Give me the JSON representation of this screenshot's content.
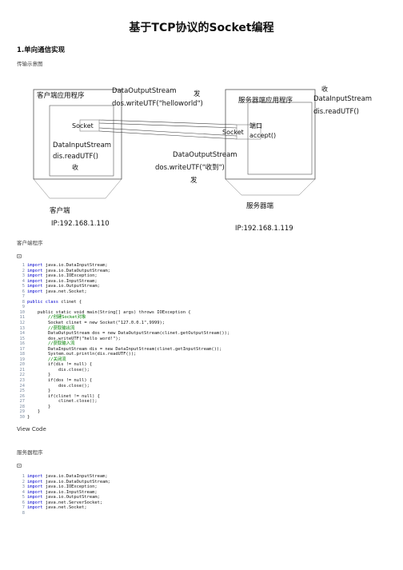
{
  "title": "基于TCP协议的Socket编程",
  "section_heading": "1.单向通信实现",
  "diagram_caption": "传输示意图",
  "diagram": {
    "client_box_label": "客户端应用程序",
    "server_box_label": "服务器端应用程序",
    "client_socket": "Socket",
    "server_socket": "Socket",
    "port": "端口",
    "accept": "accept()",
    "top_stream": "DataOutputStream",
    "top_call": "dos.writeUTF(\"helloworld\")",
    "top_send": "发",
    "right_receive": "收",
    "right_stream": "DataInputStream",
    "right_call": "dis.readUTF()",
    "left_stream": "DataInputStream",
    "left_call": "dis.readUTF()",
    "left_receive": "收",
    "bottom_stream": "DataOutputStream",
    "bottom_call": "dos.writeUTF(\"收到\")",
    "bottom_send": "发",
    "client_name": "客户端",
    "client_ip": "IP:192.168.1.110",
    "server_name": "服务器端",
    "server_ip": "IP:192.168.1.119"
  },
  "client_heading": "客户端程序",
  "client_code": [
    {
      "n": "1",
      "kw": "import",
      "text": " java.io.DataInputStream;",
      "cls": "tx"
    },
    {
      "n": "2",
      "kw": "import",
      "text": " java.io.DataOutputStream;",
      "cls": "tx"
    },
    {
      "n": "3",
      "kw": "import",
      "text": " java.io.IOException;",
      "cls": "tx"
    },
    {
      "n": "4",
      "kw": "import",
      "text": " java.io.InputStream;",
      "cls": "tx"
    },
    {
      "n": "5",
      "kw": "import",
      "text": " java.io.OutputStream;",
      "cls": "tx"
    },
    {
      "n": "6",
      "kw": "import",
      "text": " java.net.Socket;",
      "cls": "tx"
    },
    {
      "n": "7",
      "kw": "",
      "text": "",
      "cls": "tx"
    },
    {
      "n": "8",
      "kw": "public class",
      "text": " clinet {",
      "cls": "tx"
    },
    {
      "n": "9",
      "kw": "",
      "text": "",
      "cls": "tx"
    },
    {
      "n": "10",
      "kw": "",
      "text": "    public static void main(String[] args) throws IOException {",
      "cls": "tx"
    },
    {
      "n": "11",
      "kw": "",
      "text": "        //创建Socket对象",
      "cls": "cm"
    },
    {
      "n": "12",
      "kw": "",
      "text": "        Socket clinet = new Socket(\"127.0.0.1\",9999);",
      "cls": "tx"
    },
    {
      "n": "13",
      "kw": "",
      "text": "        //获取输出流",
      "cls": "cm"
    },
    {
      "n": "14",
      "kw": "",
      "text": "        DataOutputStream dos = new DataOutputStream(clinet.getOutputStream());",
      "cls": "tx"
    },
    {
      "n": "15",
      "kw": "",
      "text": "        dos.writeUTF(\"hello word!\");",
      "cls": "tx"
    },
    {
      "n": "16",
      "kw": "",
      "text": "        //获取输入流",
      "cls": "cm"
    },
    {
      "n": "17",
      "kw": "",
      "text": "        DataInputStream dis = new DataInputStream(clinet.getInputStream());",
      "cls": "tx"
    },
    {
      "n": "18",
      "kw": "",
      "text": "        System.out.println(dis.readUTF());",
      "cls": "tx"
    },
    {
      "n": "19",
      "kw": "",
      "text": "        //关闭流",
      "cls": "cm"
    },
    {
      "n": "20",
      "kw": "",
      "text": "        if(dis != null) {",
      "cls": "tx"
    },
    {
      "n": "21",
      "kw": "",
      "text": "            dis.close();",
      "cls": "tx"
    },
    {
      "n": "22",
      "kw": "",
      "text": "        }",
      "cls": "tx"
    },
    {
      "n": "23",
      "kw": "",
      "text": "        if(dos != null) {",
      "cls": "tx"
    },
    {
      "n": "24",
      "kw": "",
      "text": "            dos.close();",
      "cls": "tx"
    },
    {
      "n": "25",
      "kw": "",
      "text": "        }",
      "cls": "tx"
    },
    {
      "n": "26",
      "kw": "",
      "text": "        if(clinet != null) {",
      "cls": "tx"
    },
    {
      "n": "27",
      "kw": "",
      "text": "            clinet.close();",
      "cls": "tx"
    },
    {
      "n": "28",
      "kw": "",
      "text": "        }",
      "cls": "tx"
    },
    {
      "n": "29",
      "kw": "",
      "text": "    }",
      "cls": "tx"
    },
    {
      "n": "30",
      "kw": "",
      "text": "}",
      "cls": "tx"
    }
  ],
  "view_code": "View Code",
  "server_heading": "服务器程序",
  "server_code": [
    {
      "n": "1",
      "kw": "import",
      "text": " java.io.DataInputStream;",
      "cls": "tx"
    },
    {
      "n": "2",
      "kw": "import",
      "text": " java.io.DataOutputStream;",
      "cls": "tx"
    },
    {
      "n": "3",
      "kw": "import",
      "text": " java.io.IOException;",
      "cls": "tx"
    },
    {
      "n": "4",
      "kw": "import",
      "text": " java.io.InputStream;",
      "cls": "tx"
    },
    {
      "n": "5",
      "kw": "import",
      "text": " java.io.OutputStream;",
      "cls": "tx"
    },
    {
      "n": "6",
      "kw": "import",
      "text": " java.net.ServerSocket;",
      "cls": "tx"
    },
    {
      "n": "7",
      "kw": "import",
      "text": " java.net.Socket;",
      "cls": "tx"
    },
    {
      "n": "8",
      "kw": "",
      "text": "",
      "cls": "tx"
    }
  ]
}
